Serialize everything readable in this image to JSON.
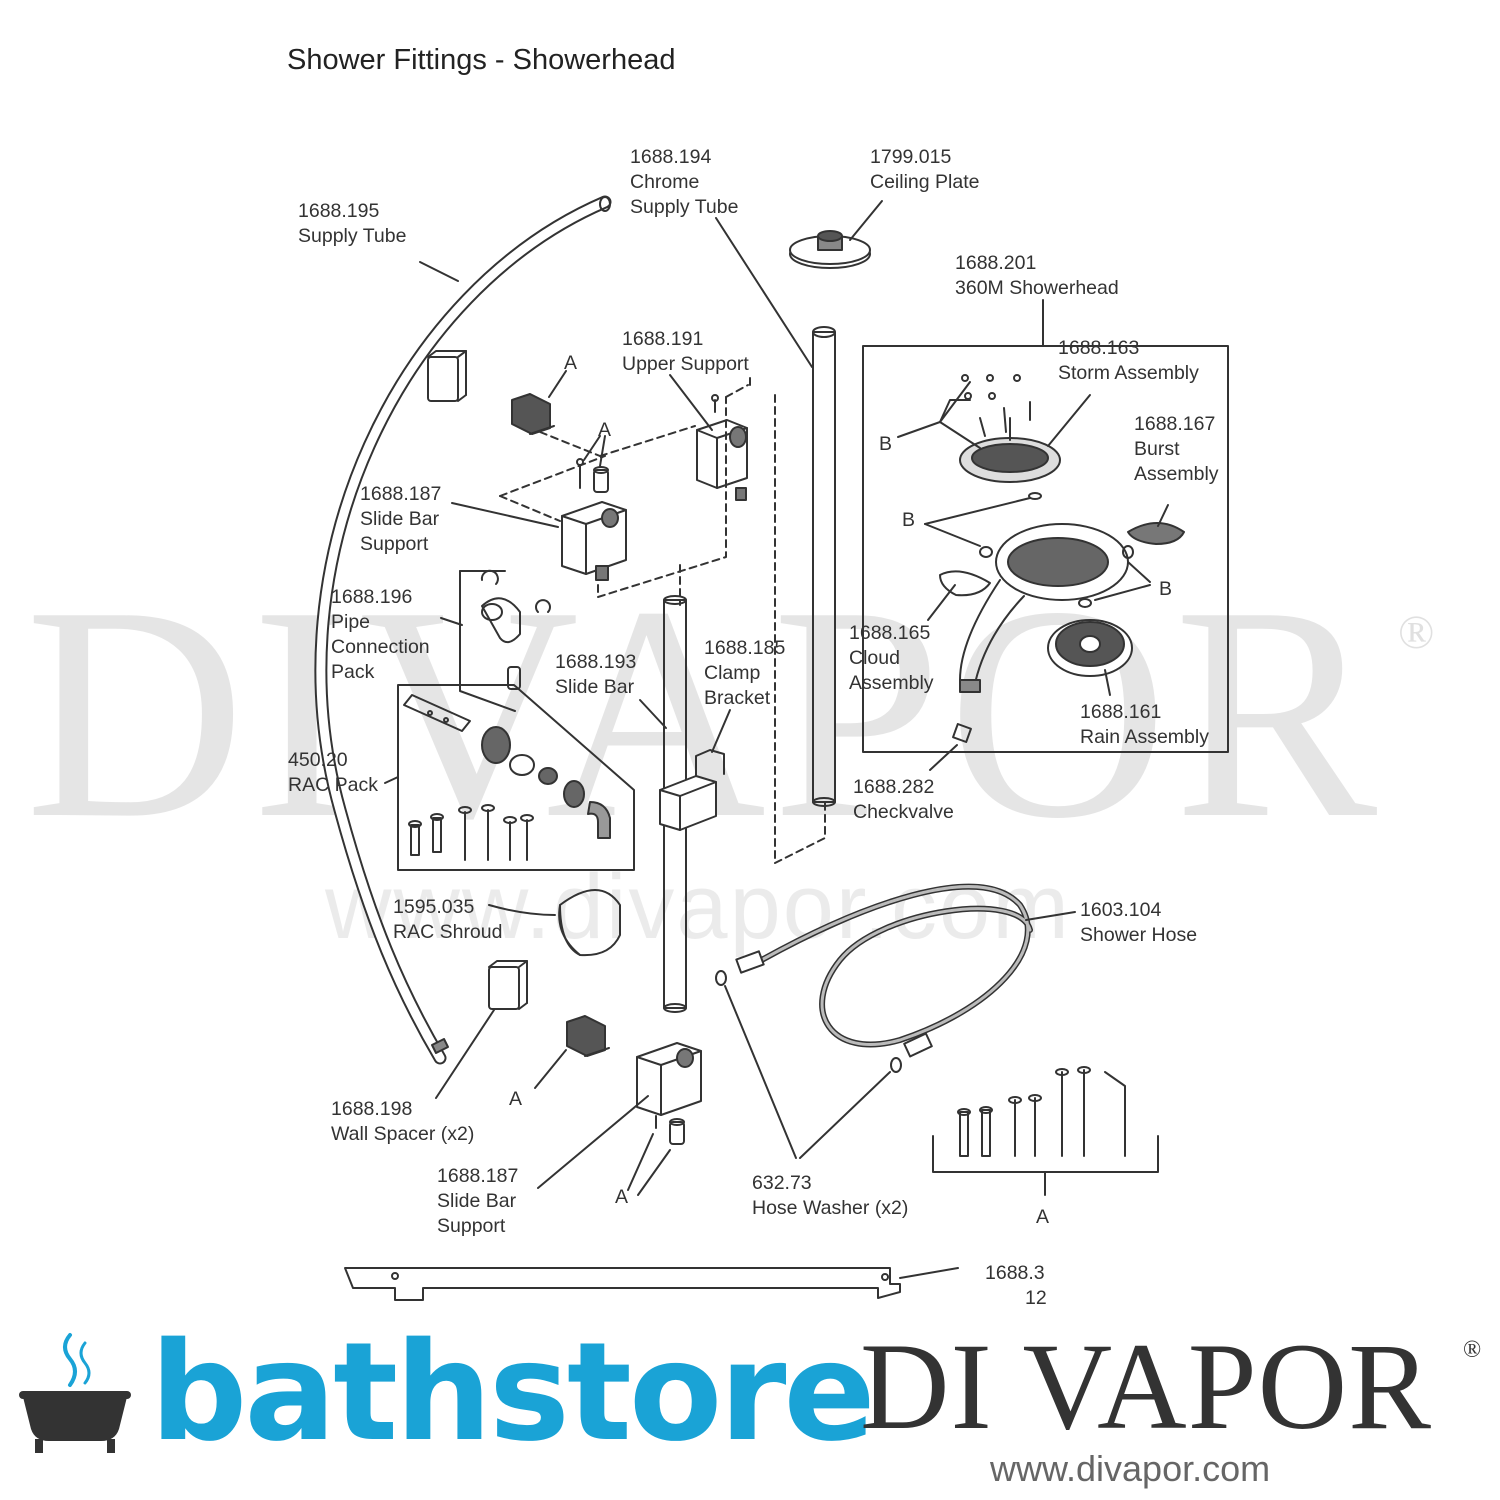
{
  "title": "Shower Fittings - Showerhead",
  "watermark": {
    "main": "DIVAPOR",
    "registered": "®",
    "url": "www.divapor.com"
  },
  "labels": {
    "supply_tube": [
      "1688.195",
      "Supply Tube"
    ],
    "chrome_supply_tube": [
      "1688.194",
      "Chrome",
      "Supply Tube"
    ],
    "ceiling_plate": [
      "1799.015",
      "Ceiling Plate"
    ],
    "showerhead_360m": [
      "1688.201",
      "360M Showerhead"
    ],
    "storm_assembly": [
      "1688.163",
      "Storm Assembly"
    ],
    "burst_assembly": [
      "1688.167",
      "Burst",
      "Assembly"
    ],
    "upper_support": [
      "1688.191",
      "Upper Support"
    ],
    "slide_bar_support_top": [
      "1688.187",
      "Slide Bar",
      "Support"
    ],
    "pipe_connection_pack": [
      "1688.196",
      "Pipe",
      "Connection",
      "Pack"
    ],
    "slide_bar": [
      "1688.193",
      "Slide Bar"
    ],
    "clamp_bracket": [
      "1688.185",
      "Clamp",
      "Bracket"
    ],
    "cloud_assembly": [
      "1688.165",
      "Cloud",
      "Assembly"
    ],
    "rain_assembly": [
      "1688.161",
      "Rain Assembly"
    ],
    "rac_pack": [
      "450.20",
      "RAC Pack"
    ],
    "checkvalve": [
      "1688.282",
      "Checkvalve"
    ],
    "rac_shroud": [
      "1595.035",
      "RAC Shroud"
    ],
    "shower_hose": [
      "1603.104",
      "Shower Hose"
    ],
    "wall_spacer": [
      "1688.198",
      "Wall Spacer (x2)"
    ],
    "slide_bar_support_bottom": [
      "1688.187",
      "Slide Bar",
      "Support"
    ],
    "hose_washer": [
      "632.73",
      "Hose Washer (x2)"
    ],
    "bracket_strip": [
      "1688.3",
      "12"
    ]
  },
  "callouts": {
    "a1": "A",
    "a2": "A",
    "a3": "A",
    "a4": "A",
    "a5": "A",
    "b1": "B",
    "b2": "B",
    "b3": "B"
  },
  "brands": {
    "bathstore": "bathstore",
    "divapor": "DI VAPOR",
    "divapor_reg": "®",
    "divapor_url": "www.divapor.com"
  },
  "colors": {
    "bathstore_blue": "#1aa3d6",
    "divapor_gray": "#333333",
    "line": "#333333"
  }
}
